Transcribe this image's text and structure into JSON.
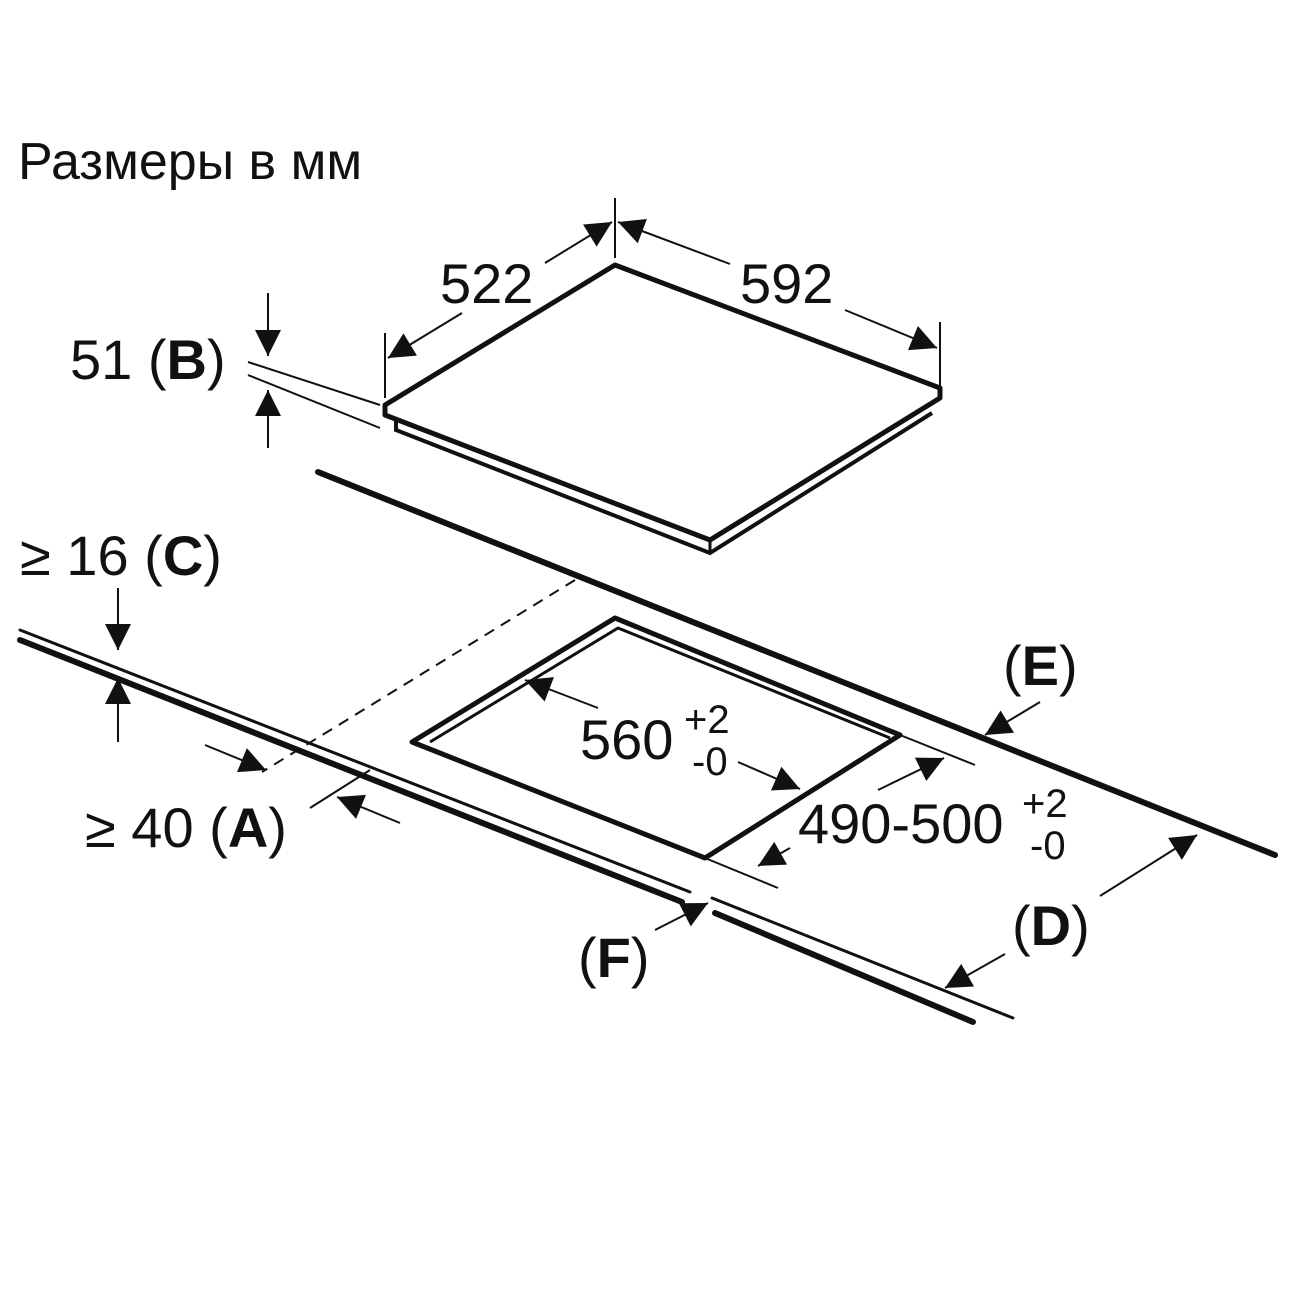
{
  "title": "Размеры в мм",
  "labels": {
    "depth": "522",
    "width": "592",
    "height_value": "51",
    "height_letter": "B",
    "gap_c_prefix": "≥ 16",
    "gap_c_letter": "C",
    "gap_a_prefix": "≥ 40",
    "gap_a_letter": "A",
    "cutout_w_base": "560",
    "cutout_w_plus": "+2",
    "cutout_w_minus": "-0",
    "cutout_d_base": "490-500",
    "cutout_d_plus": "+2",
    "cutout_d_minus": "-0",
    "letter_d": "D",
    "letter_e": "E",
    "letter_f": "F"
  },
  "colors": {
    "line": "#111111",
    "background": "#ffffff"
  }
}
